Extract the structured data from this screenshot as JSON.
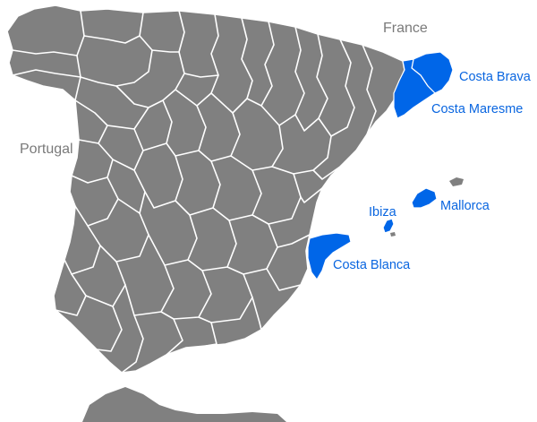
{
  "map": {
    "colors": {
      "land": "#808080",
      "highlight": "#0066E8",
      "country_label": "#7A7A7A",
      "region_label": "#0A66E0",
      "borders": "#FFFFFF"
    },
    "country_labels": {
      "france": "France",
      "portugal": "Portugal"
    },
    "region_labels": {
      "costa_brava": "Costa Brava",
      "costa_maresme": "Costa Maresme",
      "ibiza": "Ibiza",
      "mallorca": "Mallorca",
      "costa_blanca": "Costa Blanca"
    },
    "highlighted_regions": [
      "Costa Brava",
      "Costa Maresme",
      "Ibiza",
      "Mallorca",
      "Costa Blanca"
    ]
  }
}
